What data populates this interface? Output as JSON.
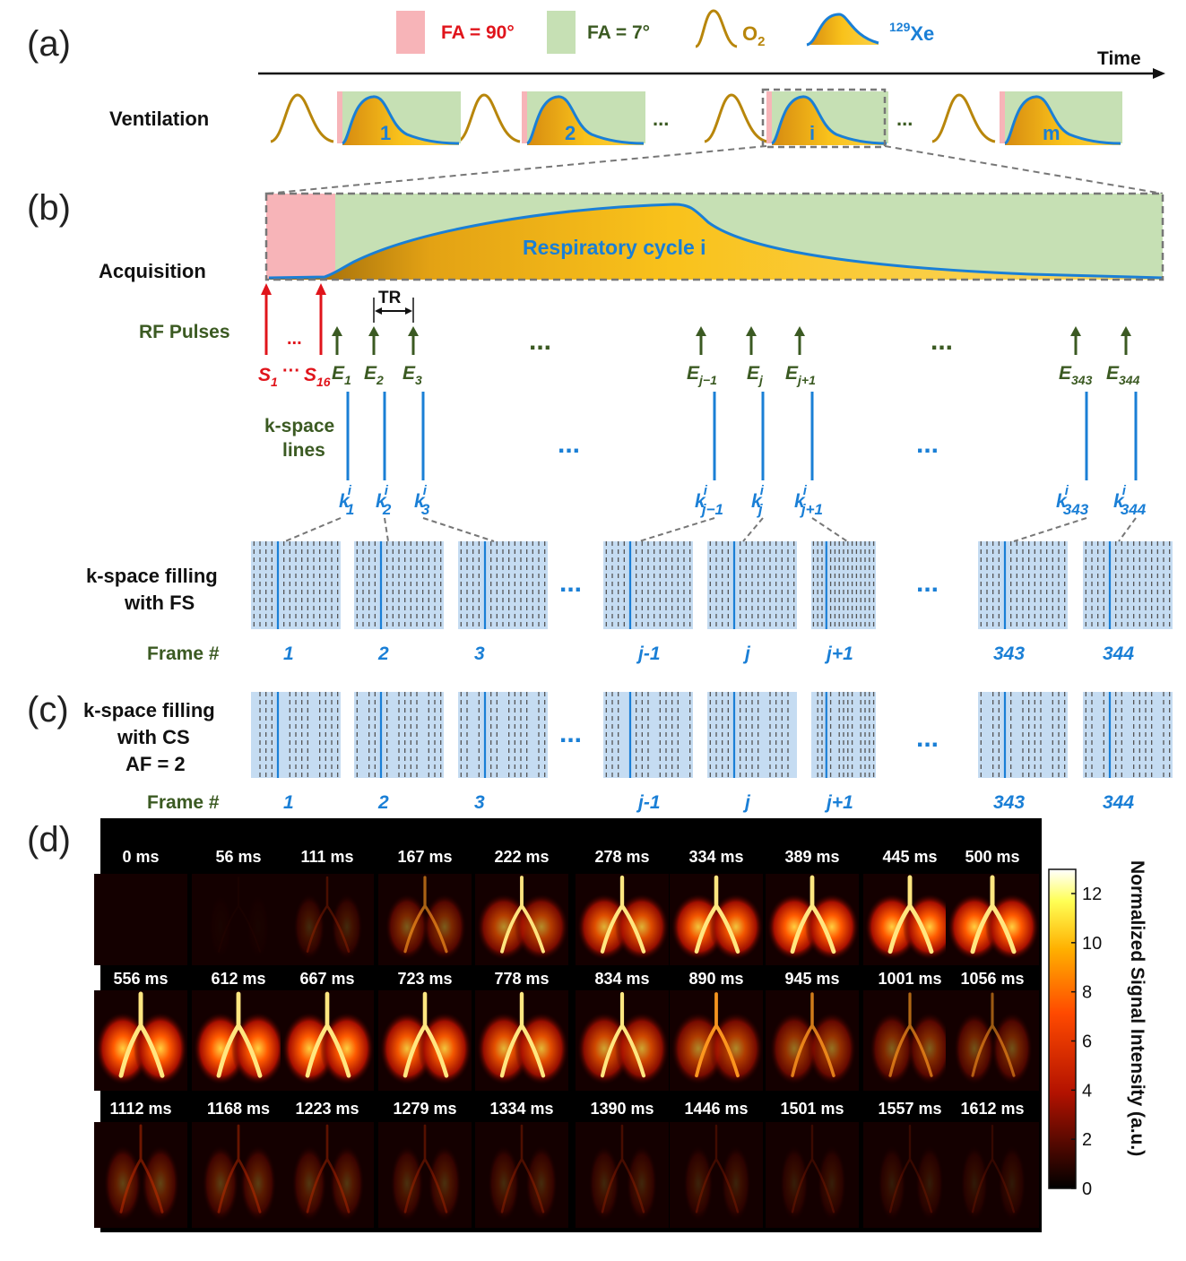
{
  "panels": {
    "a": "(a)",
    "b": "(b)",
    "c": "(c)",
    "d": "(d)"
  },
  "legend": {
    "fa90": "FA = 90°",
    "fa7": "FA = 7°",
    "o2": "O",
    "o2_sub": "2",
    "xe_sup": "129",
    "xe": "Xe",
    "colors": {
      "fa90": "#f7b4b8",
      "fa7": "#c6e0b4",
      "o2": "#b8860b",
      "xe_line": "#1a7fd6",
      "xe_fill": "#f9c21b",
      "red": "#e0141b",
      "green": "#3b5a22",
      "blue": "#1a7fd6"
    }
  },
  "time_label": "Time",
  "ventilation": {
    "label": "Ventilation",
    "cycles": [
      "1",
      "2",
      "i",
      "m"
    ],
    "ellipsis": "..."
  },
  "acquisition": {
    "label": "Acquisition",
    "curve_label": "Respiratory cycle i"
  },
  "rf": {
    "label": "RF Pulses",
    "tr": "TR",
    "red_dots": "...",
    "s_first": {
      "base": "S",
      "sub": "1"
    },
    "s_mid": "···",
    "s_last": {
      "base": "S",
      "sub": "16"
    },
    "e_labels": [
      {
        "base": "E",
        "sub": "1"
      },
      {
        "base": "E",
        "sub": "2"
      },
      {
        "base": "E",
        "sub": "3"
      },
      {
        "base": "E",
        "sub": "j−1"
      },
      {
        "base": "E",
        "sub": "j"
      },
      {
        "base": "E",
        "sub": "j+1"
      },
      {
        "base": "E",
        "sub": "343"
      },
      {
        "base": "E",
        "sub": "344"
      }
    ],
    "ellipsis": "..."
  },
  "kspace": {
    "label_line1": "k-space",
    "label_line2": "lines",
    "k_labels": [
      {
        "base": "k",
        "sup": "i",
        "sub": "1"
      },
      {
        "base": "k",
        "sup": "i",
        "sub": "2"
      },
      {
        "base": "k",
        "sup": "i",
        "sub": "3"
      },
      {
        "base": "k",
        "sup": "i",
        "sub": "j−1"
      },
      {
        "base": "k",
        "sup": "i",
        "sub": "j"
      },
      {
        "base": "k",
        "sup": "i",
        "sub": "j+1"
      },
      {
        "base": "k",
        "sup": "i",
        "sub": "343"
      },
      {
        "base": "k",
        "sup": "i",
        "sub": "344"
      }
    ],
    "ellipsis": "..."
  },
  "fs": {
    "label_line1": "k-space filling",
    "label_line2": "with FS",
    "frame_label": "Frame #",
    "frames": [
      "1",
      "2",
      "3",
      "j-1",
      "j",
      "j+1",
      "343",
      "344"
    ]
  },
  "cs": {
    "label_line1": "k-space filling",
    "label_line2": "with CS",
    "label_line3": "AF = 2",
    "frame_label": "Frame #",
    "frames": [
      "1",
      "2",
      "3",
      "j-1",
      "j",
      "j+1",
      "343",
      "344"
    ]
  },
  "images": {
    "times": [
      [
        "0 ms",
        "56 ms",
        "111 ms",
        "167 ms",
        "222 ms",
        "278 ms",
        "334 ms",
        "389 ms",
        "445 ms",
        "500 ms"
      ],
      [
        "556 ms",
        "612 ms",
        "667 ms",
        "723 ms",
        "778 ms",
        "834 ms",
        "890 ms",
        "945 ms",
        "1001 ms",
        "1056 ms"
      ],
      [
        "1112 ms",
        "1168 ms",
        "1223 ms",
        "1279 ms",
        "1334 ms",
        "1390 ms",
        "1446 ms",
        "1501 ms",
        "1557 ms",
        "1612 ms"
      ]
    ],
    "intensity": [
      [
        0.0,
        0.02,
        0.18,
        0.4,
        0.62,
        0.78,
        0.86,
        0.92,
        0.96,
        1.0
      ],
      [
        0.98,
        0.95,
        0.9,
        0.86,
        0.8,
        0.72,
        0.6,
        0.5,
        0.42,
        0.36
      ],
      [
        0.3,
        0.27,
        0.24,
        0.21,
        0.19,
        0.17,
        0.15,
        0.13,
        0.12,
        0.11
      ]
    ],
    "colorbar": {
      "title": "Normalized Signal Intensity (a.u.)",
      "ticks": [
        "0",
        "2",
        "4",
        "6",
        "8",
        "10",
        "12"
      ]
    }
  }
}
